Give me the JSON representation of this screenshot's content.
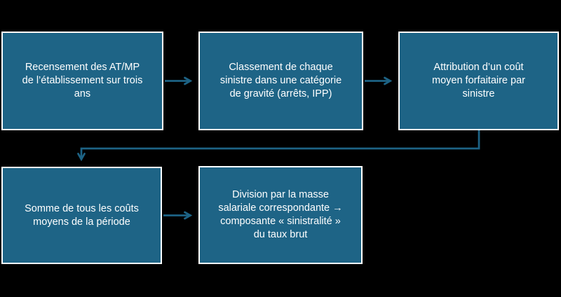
{
  "theme": {
    "background": "#000000",
    "box_fill": "#1E6486",
    "box_border": "#FFFFFF",
    "text": "#FFFFFF",
    "arrow": "#1D6385"
  },
  "flowchart": {
    "type": "process-flow",
    "steps": [
      {
        "id": "step-1",
        "label": "Recensement des AT/MP\nde l’établissement sur trois\nans"
      },
      {
        "id": "step-2",
        "label": "Classement de chaque\nsinistre dans une catégorie\nde gravité (arrêts, IPP)"
      },
      {
        "id": "step-3",
        "label": "Attribution d’un coût\nmoyen forfaitaire par\nsinistre"
      },
      {
        "id": "step-4",
        "label": "Somme de tous les coûts\nmoyens de la période"
      },
      {
        "id": "step-5",
        "label": "Division par la masse\nsalariale correspondante →\ncomposante « sinistralité »\ndu taux brut"
      }
    ],
    "connectors": [
      {
        "from": "step-1",
        "to": "step-2",
        "shape": "straight-right-arrow"
      },
      {
        "from": "step-2",
        "to": "step-3",
        "shape": "straight-right-arrow"
      },
      {
        "from": "step-3",
        "to": "step-4",
        "shape": "elbow-down-left-down-arrow"
      },
      {
        "from": "step-4",
        "to": "step-5",
        "shape": "straight-right-arrow"
      }
    ]
  }
}
